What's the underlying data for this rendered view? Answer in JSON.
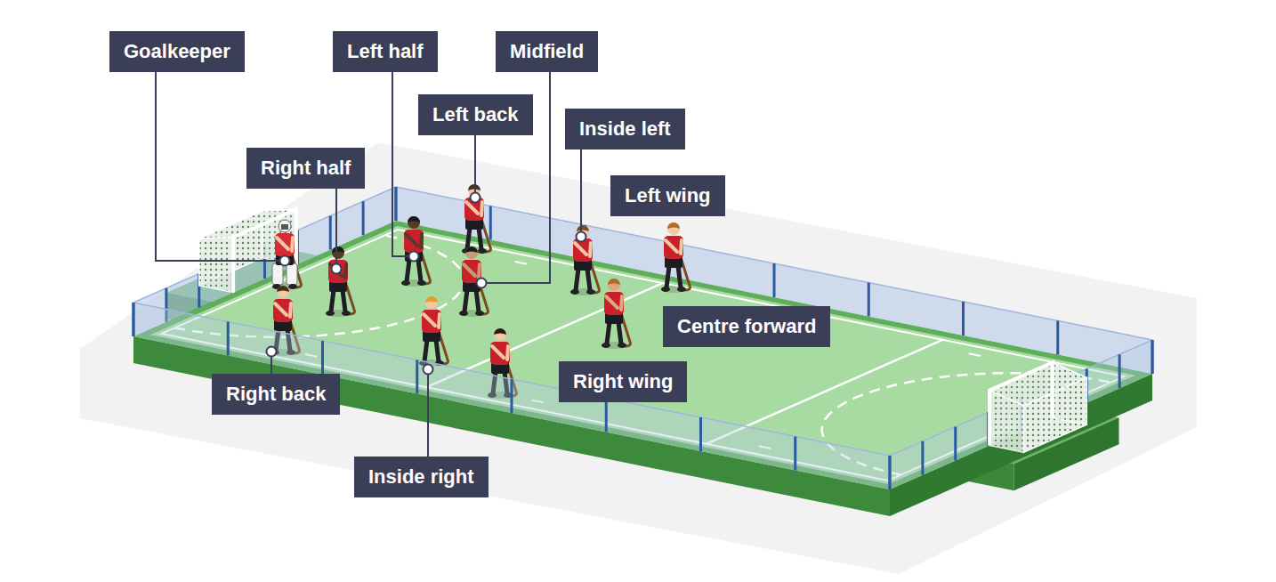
{
  "diagram": {
    "nodes": [
      {
        "text": [
          "Goalkeeper"
        ]
      },
      {
        "text": [
          "Left half"
        ]
      },
      {
        "text": [
          "Midfield"
        ]
      },
      {
        "text": [
          "Left back"
        ]
      },
      {
        "text": [
          "Inside left"
        ]
      },
      {
        "text": [
          "Right half"
        ]
      },
      {
        "text": [
          "Left wing"
        ]
      },
      {
        "text": [
          "Centre forward"
        ]
      },
      {
        "text": [
          "Right back"
        ]
      },
      {
        "text": [
          "Right wing"
        ]
      },
      {
        "text": [
          "Inside right"
        ]
      }
    ]
  }
}
